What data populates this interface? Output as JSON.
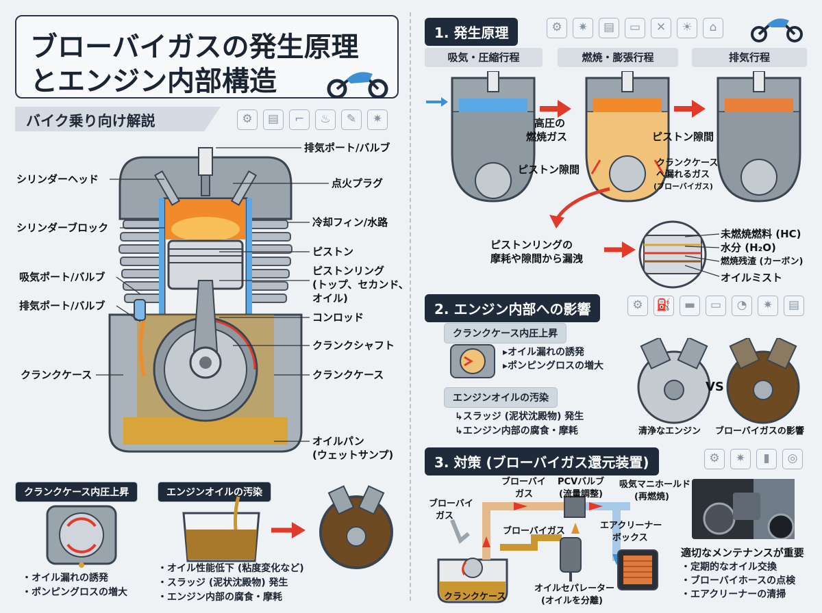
{
  "title": {
    "line1": "ブローバイガスの発生原理",
    "line2": "とエンジン内部構造"
  },
  "subtitle": "バイク乗り向け解説",
  "engine_labels": {
    "exhaust_port_top": "排気ポート/バルブ",
    "spark_plug": "点火プラグ",
    "cylinder_head": "シリンダーヘッド",
    "cylinder_block": "シリンダーブロック",
    "cooling": "冷却フィン/水路",
    "piston": "ピストン",
    "piston_ring_1": "ピストンリング",
    "piston_ring_2": "(トップ、セカンド、",
    "piston_ring_3": "オイル)",
    "intake_port": "吸気ポート/バルブ",
    "exhaust_port_left": "排気ポート/バルブ",
    "conrod": "コンロッド",
    "crankshaft": "クランクシャフト",
    "crankcase_left": "クランクケース",
    "crankcase_right": "クランクケース",
    "oil_pan_1": "オイルパン",
    "oil_pan_2": "(ウェットサンプ)"
  },
  "bottom_left": {
    "pressure_title": "クランクケース内圧上昇",
    "pressure_bullets": [
      "・オイル漏れの誘発",
      "・ポンピングロスの増大"
    ],
    "oil_title": "エンジンオイルの汚染",
    "oil_bullets": [
      "・オイル性能低下 (粘度変化など)",
      "・スラッジ (泥状沈殿物) 発生",
      "・エンジン内部の腐食・摩耗"
    ]
  },
  "section1": {
    "title": "1. 発生原理",
    "stages": [
      "吸気・圧縮行程",
      "燃焼・膨張行程",
      "排気行程"
    ],
    "labels": {
      "high_pressure_1": "高圧の",
      "high_pressure_2": "燃焼ガス",
      "piston_gap_left": "ピストン隙間",
      "piston_gap_right": "ピストン隙間",
      "leak_1": "クランクケース",
      "leak_2": "へ漏れるガス",
      "leak_3": "(ブローバイガス)",
      "ring_wear_1": "ピストンリングの",
      "ring_wear_2": "摩耗や隙間から漏洩"
    },
    "components": [
      "未燃焼燃料 (HC)",
      "水分 (H₂O)",
      "燃焼残渣 (カーボン)",
      "オイルミスト"
    ]
  },
  "section2": {
    "title": "2. エンジン内部への影響",
    "pressure_title": "クランクケース内圧上昇",
    "pressure_bullets": [
      "▸オイル漏れの誘発",
      "▸ポンピングロスの増大"
    ],
    "oil_title": "エンジンオイルの汚染",
    "oil_bullets": [
      "↳スラッジ (泥状沈殿物) 発生",
      "↳エンジン内部の腐食・摩耗"
    ],
    "clean_label": "清浄なエンジン",
    "vs": "VS",
    "dirty_label": "ブローバイガスの影響"
  },
  "section3": {
    "title": "3. 対策 (ブローバイガス還元装置)",
    "labels": {
      "blowby_left_1": "ブローバイ",
      "blowby_left_2": "ガス",
      "blowby_top_1": "ブローバイ",
      "blowby_top_2": "ガス",
      "pcv_1": "PCVバルブ",
      "pcv_2": "(流量調整)",
      "manifold_1": "吸気マニホールド",
      "manifold_2": "(再燃焼)",
      "blowby_mid": "ブローバイガス",
      "air_cleaner_1": "エアクリーナー",
      "air_cleaner_2": "ボックス",
      "crankcase": "クランクケース",
      "separator_1": "オイルセパレーター",
      "separator_2": "(オイルを分離)"
    },
    "maintenance_title": "適切なメンテナンスが重要",
    "maintenance_bullets": [
      "・定期的なオイル交換",
      "・ブローバイホースの点検",
      "・エアクリーナーの清掃"
    ]
  },
  "colors": {
    "accent_red": "#e03a2b",
    "navy": "#1f2a3b",
    "oil": "#d9a53b",
    "coolant": "#5aa9e6",
    "flame": "#f08a2a"
  }
}
